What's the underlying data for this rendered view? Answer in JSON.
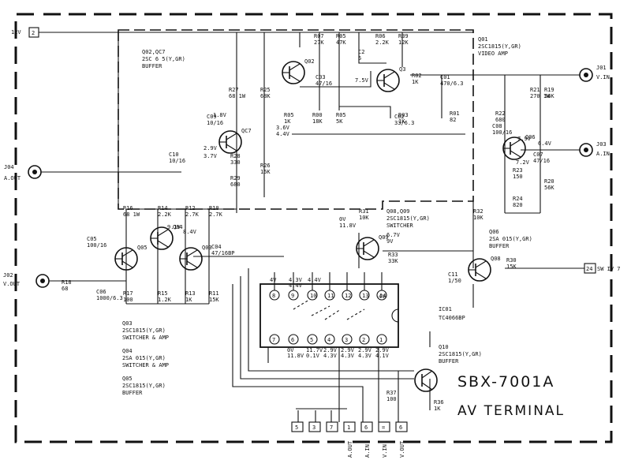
{
  "model": "SBX-7001A",
  "title": "AV TERMINAL",
  "supply": {
    "pin": "2",
    "label": "12V"
  },
  "connectors": [
    {
      "ref": "J01",
      "label": "V.IN"
    },
    {
      "ref": "J03",
      "label": "A.IN"
    },
    {
      "ref": "J04",
      "label": "A.OUT"
    },
    {
      "ref": "J02",
      "label": "V.OUT"
    }
  ],
  "sw_out": {
    "pin": "24",
    "label": "SW IV 7"
  },
  "transistor_notes": [
    {
      "id": "q02",
      "lines": [
        "Q02,QC7",
        "2SC 6 5(Y,GR)",
        "BUFFER"
      ]
    },
    {
      "id": "q01",
      "lines": [
        "Q01",
        "2SC1815(Y,GR)",
        "VIDEO AMP"
      ]
    },
    {
      "id": "q08",
      "lines": [
        "Q08,Q09",
        "2SC1815(Y,GR)",
        "SWITCHER"
      ]
    },
    {
      "id": "q06",
      "lines": [
        "Q06",
        "2SA 015(Y,GR)",
        "BUFFER"
      ]
    },
    {
      "id": "q03",
      "lines": [
        "Q03",
        "2SC1815(Y,GR)",
        "SWITCHER & AMP"
      ]
    },
    {
      "id": "q04",
      "lines": [
        "Q04",
        "2SA 015(Y,GR)",
        "SWITCHER & AMP"
      ]
    },
    {
      "id": "q05",
      "lines": [
        "Q05",
        "2SC1815(Y,GR)",
        "BUFFER"
      ]
    },
    {
      "id": "q10",
      "lines": [
        "Q10",
        "2SC1815(Y,GR)",
        "BUFFER"
      ]
    }
  ],
  "ic": {
    "ref": "IC01",
    "part": "TC4066BP"
  },
  "transistors": [
    "Q02",
    "QC7",
    "Q3",
    "Q06",
    "Q05",
    "Q04",
    "Q03",
    "Q09",
    "Q08"
  ],
  "resistors": [
    {
      "ref": "R07",
      "val": "27K"
    },
    {
      "ref": "R05",
      "val": "47K"
    },
    {
      "ref": "R06",
      "val": "2.2K"
    },
    {
      "ref": "R39",
      "val": "12K"
    },
    {
      "ref": "R27",
      "val": "68 1W"
    },
    {
      "ref": "R25",
      "val": "68K"
    },
    {
      "ref": "R05",
      "val": "1K"
    },
    {
      "ref": "R00",
      "val": "18K"
    },
    {
      "ref": "R05",
      "val": "5K"
    },
    {
      "ref": "R03",
      "val": "1K"
    },
    {
      "ref": "R02",
      "val": "1K"
    },
    {
      "ref": "R01",
      "val": "82"
    },
    {
      "ref": "R28",
      "val": "330"
    },
    {
      "ref": "R26",
      "val": "15K"
    },
    {
      "ref": "R29",
      "val": "680"
    },
    {
      "ref": "R21",
      "val": "270 1W"
    },
    {
      "ref": "R19",
      "val": "56K"
    },
    {
      "ref": "R22",
      "val": "680"
    },
    {
      "ref": "R23",
      "val": "150"
    },
    {
      "ref": "R20",
      "val": "56K"
    },
    {
      "ref": "R24",
      "val": "820"
    },
    {
      "ref": "R16",
      "val": "68 1W"
    },
    {
      "ref": "R14",
      "val": "2.2K"
    },
    {
      "ref": "R12",
      "val": "2.7K"
    },
    {
      "ref": "R10",
      "val": "2.7K"
    },
    {
      "ref": "R17",
      "val": "100"
    },
    {
      "ref": "R15",
      "val": "1.2K"
    },
    {
      "ref": "R13",
      "val": "1K"
    },
    {
      "ref": "R11",
      "val": "15K"
    },
    {
      "ref": "R18",
      "val": "68"
    },
    {
      "ref": "R31",
      "val": "10K"
    },
    {
      "ref": "R32",
      "val": "10K"
    },
    {
      "ref": "R33",
      "val": "33K"
    },
    {
      "ref": "R30",
      "val": "15K"
    },
    {
      "ref": "R37",
      "val": "100"
    },
    {
      "ref": "R36",
      "val": "1K"
    }
  ],
  "capacitors": [
    {
      "ref": "C03",
      "val": "47/16"
    },
    {
      "ref": "C2",
      "val": "5"
    },
    {
      "ref": "C02",
      "val": "33/6.3"
    },
    {
      "ref": "C01",
      "val": "470/6.3"
    },
    {
      "ref": "C09",
      "val": "10/16"
    },
    {
      "ref": "C10",
      "val": "10/16"
    },
    {
      "ref": "C08",
      "val": "100/16"
    },
    {
      "ref": "C07",
      "val": "47/16"
    },
    {
      "ref": "C05",
      "val": "100/16"
    },
    {
      "ref": "C06",
      "val": "1000/6.3"
    },
    {
      "ref": "C04",
      "val": "47/16BP"
    },
    {
      "ref": "C11",
      "val": "1/50"
    }
  ],
  "voltages": [
    "1.8V",
    "2.9V",
    "3.7V",
    "3.6V",
    "4.4V",
    "7.5V",
    "6.4V",
    "7.2V",
    "7.9V",
    "9.1V",
    "8.4V",
    "6.7V",
    "9V",
    "0V",
    "11.8V",
    "4V"
  ],
  "ic_top_pins": [
    "8",
    "9",
    "10",
    "11",
    "12",
    "13",
    "14"
  ],
  "ic_bottom_pins": [
    "7",
    "6",
    "5",
    "4",
    "3",
    "2",
    "1"
  ],
  "ic_top_v": [
    "4V",
    "4.3V\n4.4V",
    "4.4V",
    "",
    "",
    "",
    ""
  ],
  "ic_bottom_v": [
    "",
    "0V\n11.8V",
    "11.7V\n0.1V",
    "2.9V\n4.3V",
    "2.9V\n4.3V",
    "2.9V\n4.3V",
    "2.9V\n4.1V"
  ],
  "bottom_pins": [
    {
      "n": "5",
      "label": ""
    },
    {
      "n": "3",
      "label": ""
    },
    {
      "n": "7",
      "label": ""
    },
    {
      "n": "1",
      "label": "A.OUT"
    },
    {
      "n": "6",
      "label": "A.IN"
    },
    {
      "n": "=",
      "label": "V.IN"
    },
    {
      "n": "6",
      "label": "V.OUT"
    }
  ]
}
